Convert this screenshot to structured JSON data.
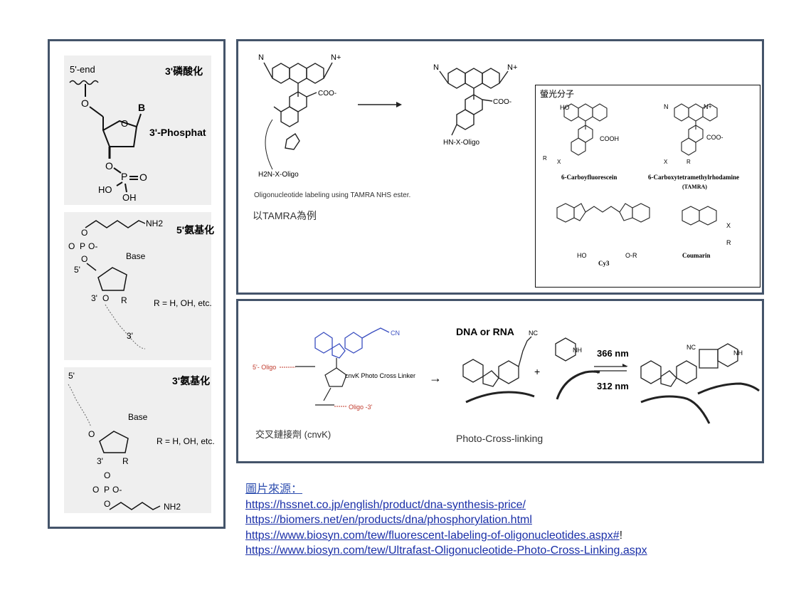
{
  "left_panel": {
    "p3_phosphate": {
      "end_label": "5'-end",
      "title": "3'磷酸化",
      "base": "B",
      "phosphate_label": "3'-Phosphat",
      "o": "O",
      "p": "P",
      "oh": "OH",
      "ho": "HO"
    },
    "p5_amino": {
      "nh2": "NH2",
      "title": "5'氨基化",
      "base": "Base",
      "pos5": "5'",
      "pos3": "3'",
      "r": "R",
      "r_def": "R = H, OH, etc.",
      "end3": "3'",
      "o": "O",
      "p": "P",
      "ominus": "O-"
    },
    "p3_amino": {
      "pos5": "5'",
      "title": "3'氨基化",
      "base": "Base",
      "pos3": "3'",
      "r": "R",
      "r_def": "R = H, OH, etc.",
      "nh2": "NH2",
      "o": "O",
      "p": "P",
      "ominus": "O-"
    }
  },
  "tamra_panel": {
    "caption": "Oligonucleotide labeling using TAMRA  NHS ester.",
    "example": "以TAMRA為例",
    "coo": "COO-",
    "nplus": "N+",
    "n": "N",
    "oligo_amine": "H2N-X-Oligo",
    "product_amide": "HN-X-Oligo",
    "fluor_box": {
      "title": "螢光分子",
      "fam": "6-Carboyfluorescein",
      "tamra": "6-Carboxytetramethylrhodamine",
      "tamra_abbr": "(TAMRA)",
      "cy3": "Cy3",
      "coumarin": "Coumarin",
      "cooh": "COOH",
      "ho": "HO",
      "or": "O-R",
      "x": "X",
      "r": "R"
    }
  },
  "crosslink_panel": {
    "oligo5": "5'- Oligo",
    "oligo3": "Oligo -3'",
    "linker_label": "cnvK Photo Cross Linker",
    "reagent_name": "交叉鏈接劑 (cnvK)",
    "dna_rna": "DNA or RNA",
    "nm366": "366 nm",
    "nm312": "312 nm",
    "process": "Photo-Cross-linking",
    "cn": "CN",
    "nc": "NC",
    "nh": "NH",
    "plus": "+",
    "arrow": "→"
  },
  "sources": {
    "heading": "圖片來源：",
    "links": [
      "https://hssnet.co.jp/english/product/dna-synthesis-price/",
      "https://biomers.net/en/products/dna/phosphorylation.html",
      "https://www.biosyn.com/tew/fluorescent-labeling-of-oligonucleotides.aspx#",
      "https://www.biosyn.com/tew/Ultrafast-Oligonucleotide-Photo-Cross-Linking.aspx"
    ],
    "trailing_mark": "!"
  }
}
